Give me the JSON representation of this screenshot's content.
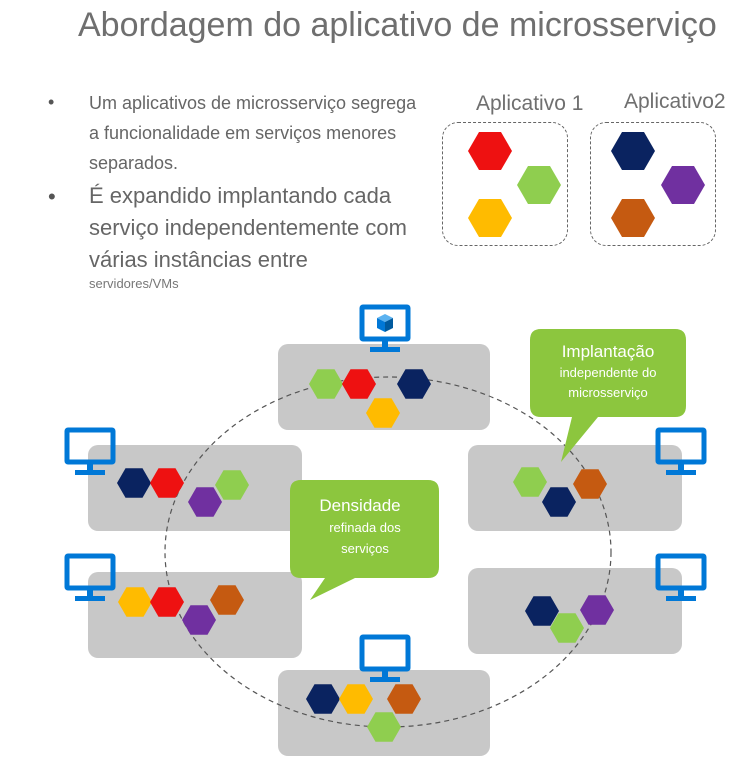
{
  "title": "Abordagem do aplicativo de microsserviço",
  "bullets": [
    {
      "text": "Um aplicativos de microsserviço segrega a funcionalidade em serviços menores separados."
    },
    {
      "text": "É expandido implantando cada serviço independentemente com várias instâncias entre",
      "small": "servidores/VMs"
    }
  ],
  "apps": [
    {
      "label": "Aplicativo 1"
    },
    {
      "label": "Aplicativo2"
    }
  ],
  "callouts": {
    "deploy": {
      "title": "Implantação",
      "line1": "independente do",
      "line2": "microsserviço"
    },
    "density": {
      "title": "Densidade",
      "line1": "refinada dos",
      "line2": "serviços"
    }
  },
  "colors": {
    "red": "#ee1111",
    "green": "#8fce4f",
    "yellow": "#ffbb00",
    "navy": "#0a2360",
    "purple": "#7030a0",
    "brown": "#c55a11",
    "server": "#c8c8c8",
    "monitor": "#0078d7",
    "callout": "#8cc63e"
  }
}
